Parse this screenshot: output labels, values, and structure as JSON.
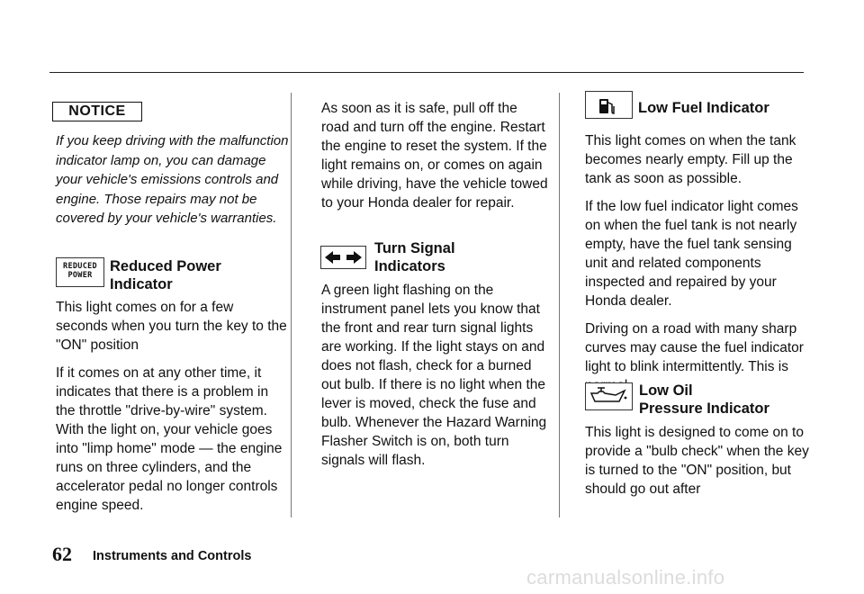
{
  "notice": {
    "label": "NOTICE",
    "text": "If you keep driving with the malfunction indicator lamp on, you can damage your vehicle's emissions controls and engine. Those repairs may not be covered by your vehicle's warranties."
  },
  "reduced_power": {
    "icon_text_line1": "REDUCED",
    "icon_text_line2": "POWER",
    "title_line1": "Reduced Power",
    "title_line2": "Indicator",
    "p1": "This light comes on for a few seconds when you turn the key to the \"ON\" position",
    "p2": "If it comes on at any other time, it indicates that there is a problem in the throttle \"drive-by-wire\" system. With the light on, your vehicle goes into \"limp home\" mode — the engine runs on three cylinders, and the accelerator pedal no longer controls engine speed."
  },
  "middle": {
    "p1": "As soon as it is safe, pull off the road and turn off the engine. Restart the engine to reset the system. If the light remains on, or comes on again while driving, have the vehicle towed to your Honda dealer for repair."
  },
  "turn_signal": {
    "title_line1": "Turn Signal",
    "title_line2": "Indicators",
    "p1": "A green light flashing on the instrument panel lets you know that the front and rear turn signal lights are working. If the light stays on and does not flash, check for a burned out bulb. If there is no light when the lever is moved, check the fuse and bulb. Whenever the Hazard Warning Flasher Switch is on, both turn signals will flash."
  },
  "low_fuel": {
    "title": "Low Fuel Indicator",
    "p1": "This light comes on when the tank becomes nearly empty. Fill up the tank as soon as possible.",
    "p2": "If the low fuel indicator light comes on when the fuel tank is not nearly empty, have the fuel tank sensing unit and related components inspected and repaired by your Honda dealer.",
    "p3": "Driving on a road with many sharp curves may cause the fuel indicator light to blink intermittently. This is normal."
  },
  "low_oil": {
    "title_line1": "Low Oil",
    "title_line2": "Pressure Indicator",
    "p1": "This light is designed to come on to provide a \"bulb check\" when the key is turned to the \"ON\" position, but should go out after"
  },
  "footer": {
    "page_number": "62",
    "section_title": "Instruments and Controls"
  },
  "watermark": "carmanualsonline.info"
}
